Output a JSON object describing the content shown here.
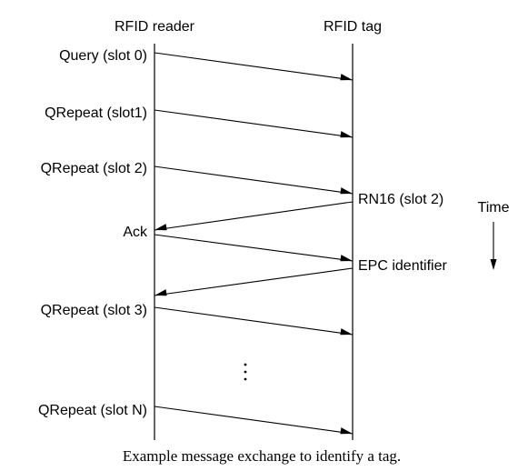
{
  "lifelines": {
    "reader": "RFID reader",
    "tag": "RFID tag"
  },
  "reader_messages": [
    "Query (slot 0)",
    "QRepeat (slot1)",
    "QRepeat (slot 2)",
    "Ack",
    "QRepeat (slot 3)",
    "QRepeat (slot N)"
  ],
  "tag_messages": [
    "RN16 (slot 2)",
    "EPC identifier"
  ],
  "time_label": "Time",
  "caption": "Example message exchange to identify a tag."
}
